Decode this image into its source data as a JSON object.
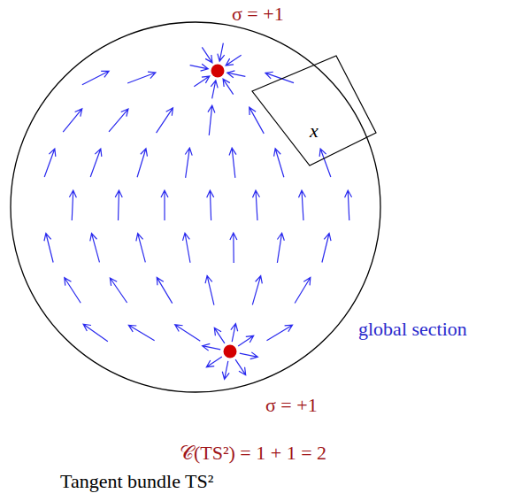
{
  "diagram": {
    "caption": "Tangent bundle TS²",
    "nodes": [
      {
        "text": [
          "x"
        ]
      }
    ],
    "labels": [
      "σ = +1",
      "σ = +1",
      "global section",
      "𝒞(TS²) = 1 + 1 = 2"
    ]
  }
}
